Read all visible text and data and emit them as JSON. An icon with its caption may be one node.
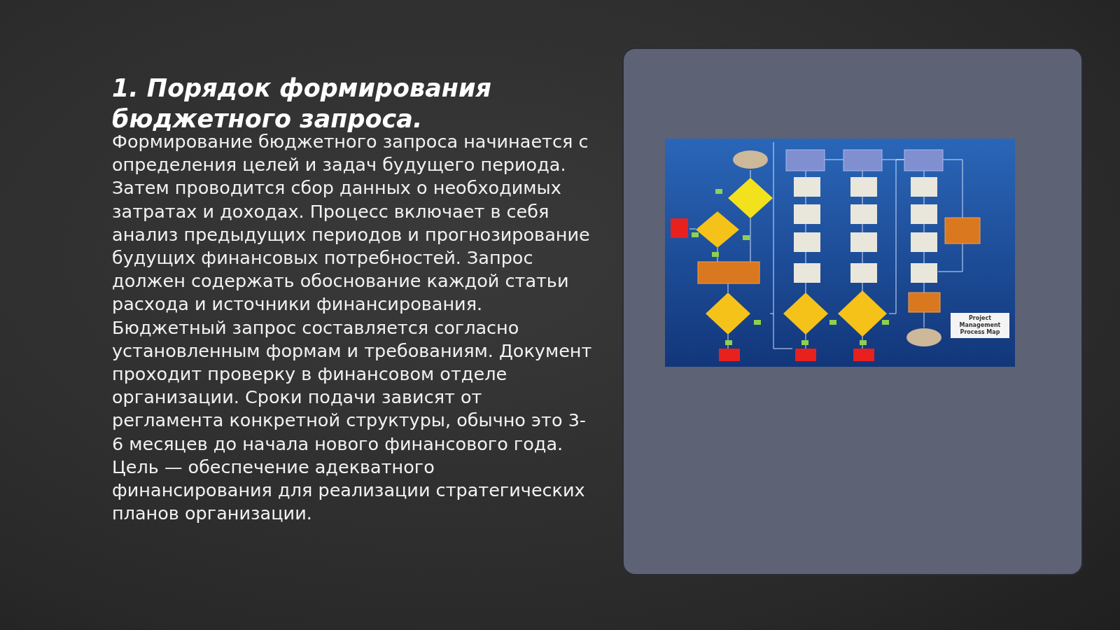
{
  "diagram": {
    "title": "1. Порядок формирования бюджетного запроса.",
    "labels": [
      "Формирование бюджетного запроса начинается с определения целей и задач будущего периода. Затем проводится сбор данных о необходимых затратах и доходах. Процесс включает в себя анализ предыдущих периодов и прогнозирование будущих финансовых потребностей. Запрос должен содержать обоснование каждой статьи расхода и источники финансирования. Бюджетный запрос составляется согласно установленным формам и требованиям. Документ проходит проверку в финансовом отделе организации. Сроки подачи зависят от регламента конкретной структуры, обычно это 3-6 месяцев до начала нового финансового года. Цель — обеспечение адекватного финансирования для реализации стратегических планов организации.",
      "Project Management Process Map"
    ]
  }
}
